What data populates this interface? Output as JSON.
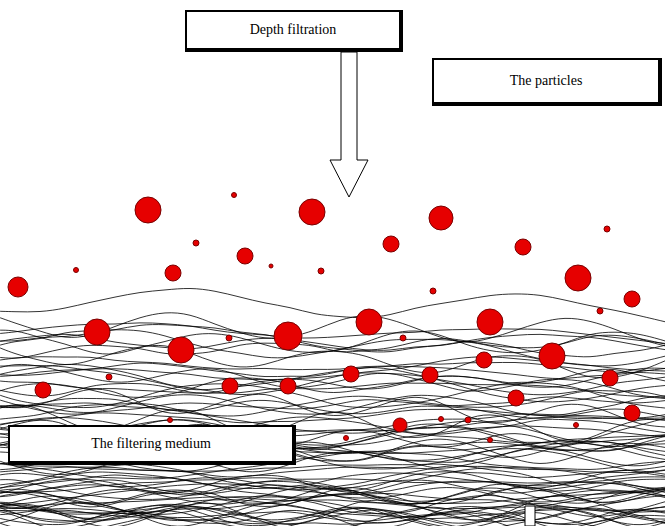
{
  "diagram": {
    "nodes": [
      {
        "text": [
          "Depth filtration"
        ]
      },
      {
        "text": [
          "The particles"
        ]
      },
      {
        "text": [
          "The filtering medium"
        ]
      }
    ]
  }
}
